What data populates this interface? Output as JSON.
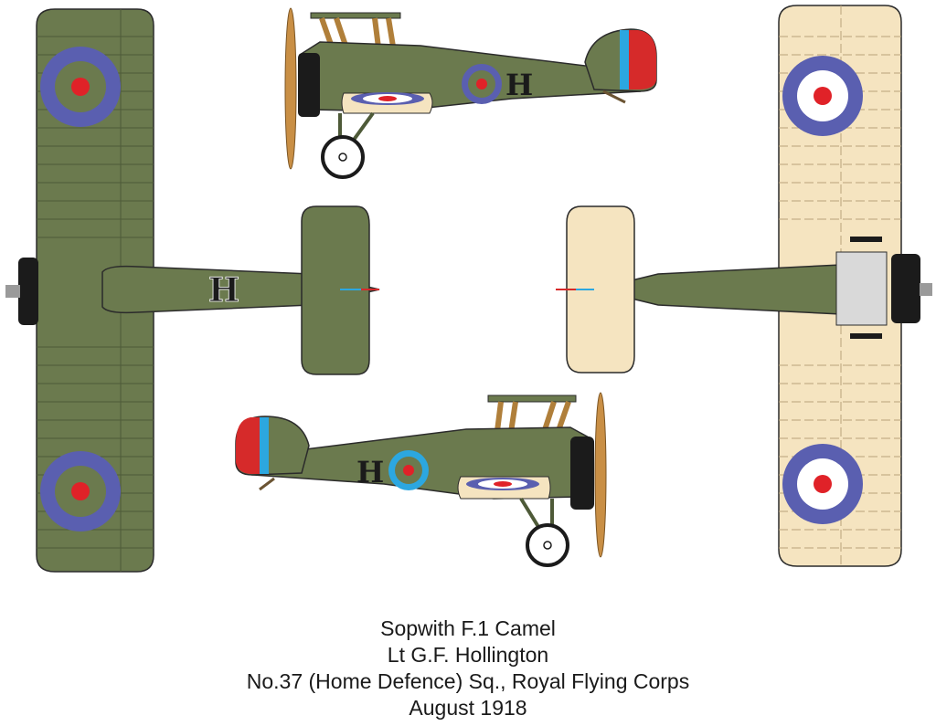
{
  "caption": {
    "line1": "Sopwith F.1 Camel",
    "line2": "Lt G.F. Hollington",
    "line3": "No.37 (Home Defence) Sq., Royal Flying Corps",
    "line4": "August 1918"
  },
  "markings": {
    "fuselage_letter": "H"
  },
  "colors": {
    "pc10_olive": "#6b7a4e",
    "pc10_dark": "#4e5a38",
    "linen": "#f5e4c0",
    "roundel_blue": "#5a5fb0",
    "roundel_red": "#e02228",
    "roundel_white": "#ffffff",
    "roundel_olive_center": "#6b7a4e",
    "tail_blue": "#2ca7e0",
    "tail_red": "#d62a2a",
    "strut_wood": "#b07f3a",
    "prop_wood": "#c98f45",
    "cowling_black": "#1b1b1b",
    "metal_grey": "#d9d9d9",
    "outline": "#2b2b2b"
  }
}
